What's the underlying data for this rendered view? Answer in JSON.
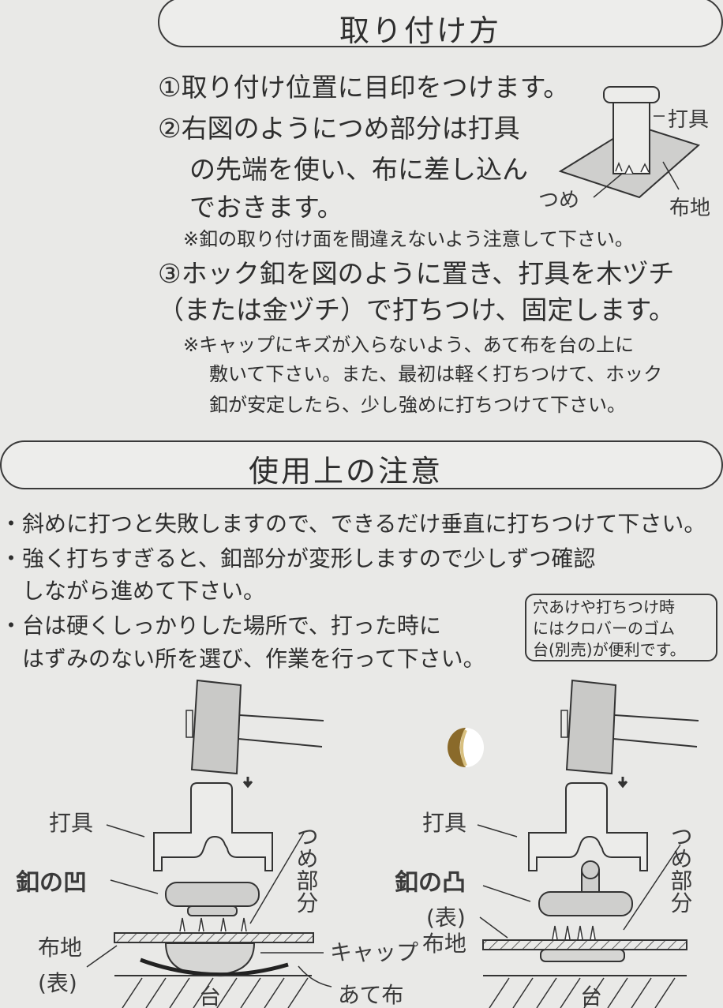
{
  "section1": {
    "title": "取り付け方",
    "steps": [
      "①取り付け位置に目印をつけます。",
      "②右図のようにつめ部分は打具",
      "の先端を使い、布に差し込ん",
      "でおきます。"
    ],
    "note1": "※釦の取り付け面を間違えないよう注意して下さい。",
    "step3": [
      "③ホック釦を図のように置き、打具を木ヅチ",
      "（または金ヅチ）で打ちつけ、固定します。"
    ],
    "note2": [
      "※キャップにキズが入らないよう、あて布を台の上に",
      "敷いて下さい。また、最初は軽く打ちつけて、ホック",
      "釦が安定したら、少し強めに打ちつけて下さい。"
    ],
    "figure_labels": {
      "tool": "打具",
      "claw": "つめ",
      "fabric": "布地"
    }
  },
  "section2": {
    "title": "使用上の注意",
    "bullets": [
      "・斜めに打つと失敗しますので、できるだけ垂直に打ちつけて下さい。",
      "・強く打ちすぎると、釦部分が変形しますので少しずつ確認",
      "　しながら進めて下さい。",
      "・台は硬くしっかりした場所で、打った時に",
      "　はずみのない所を選び、作業を行って下さい。"
    ],
    "tip": [
      "穴あけや打ちつけ時",
      "にはクロバーのゴム",
      "台(別売)が便利です。"
    ]
  },
  "diagram_left": {
    "tool": "打具",
    "button": "釦の凹",
    "claw": "つめ部分",
    "fabric": "布地",
    "face": "(表)",
    "cap": "キャップ",
    "pad": "あて布",
    "base": "台"
  },
  "diagram_right": {
    "tool": "打具",
    "button": "釦の凸",
    "claw": "つめ部分",
    "face": "(表)",
    "fabric": "布地",
    "base": "台"
  }
}
